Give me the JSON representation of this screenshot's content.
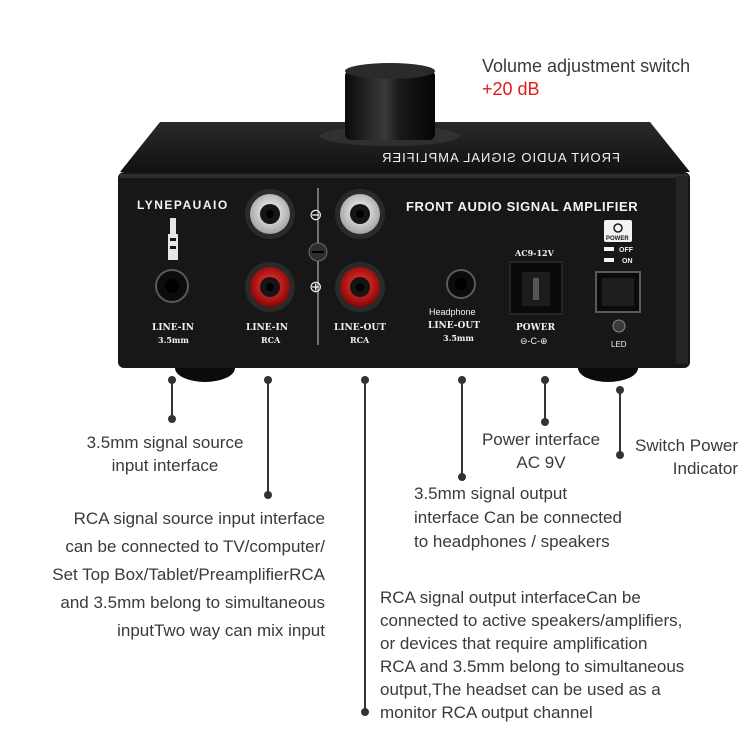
{
  "top_caption": {
    "line1": "Volume adjustment switch",
    "line2": "+20 dB",
    "line2_color": "#e21b1b"
  },
  "device": {
    "brand": "LYNEPAUAIO",
    "mirrored_top_text": "FRONT AUDIO SIGNAL AMPLIFIER",
    "panel_title": "FRONT AUDIO SIGNAL AMPLIFIER",
    "minus_symbol": "⊖",
    "plus_symbol": "⊕",
    "ports": {
      "line_in_35": {
        "label1": "LINE-IN",
        "label2": "3.5mm"
      },
      "line_in_rca": {
        "label1": "LINE-IN",
        "label2": "RCA"
      },
      "line_out_rca": {
        "label1": "LINE-OUT",
        "label2": "RCA"
      },
      "headphone": {
        "label0": "Headphone",
        "label1": "LINE-OUT",
        "label2": "3.5mm"
      },
      "power_in": {
        "label_top": "AC9-12V",
        "label1": "POWER",
        "label2": "⊖-C-⊕"
      },
      "switch": {
        "badge": "POWER",
        "off": "OFF",
        "on": "ON",
        "led": "LED"
      }
    },
    "colors": {
      "body": "#161616",
      "rca_red": "#c8102e",
      "rca_white": "#e8e8e8"
    }
  },
  "callouts": {
    "input35": {
      "lines": [
        "3.5mm signal source",
        "input interface"
      ]
    },
    "rca_in": {
      "lines": [
        "RCA signal source input interface",
        "can be connected to TV/computer/",
        "Set Top Box/Tablet/PreamplifierRCA",
        "and 3.5mm belong to simultaneous",
        "inputTwo way can mix input"
      ]
    },
    "rca_out": {
      "lines": [
        "RCA signal output interfaceCan be",
        "connected to active speakers/amplifiers,",
        "or devices that require amplification",
        "RCA and 3.5mm belong to simultaneous",
        "output,The headset can be used as a",
        "monitor RCA output channel"
      ]
    },
    "out35": {
      "lines": [
        "3.5mm signal output",
        "interface Can be connected",
        "to headphones / speakers"
      ]
    },
    "power": {
      "lines": [
        "Power interface",
        "AC 9V"
      ]
    },
    "switch": {
      "lines": [
        "Switch Power",
        "Indicator"
      ]
    }
  }
}
